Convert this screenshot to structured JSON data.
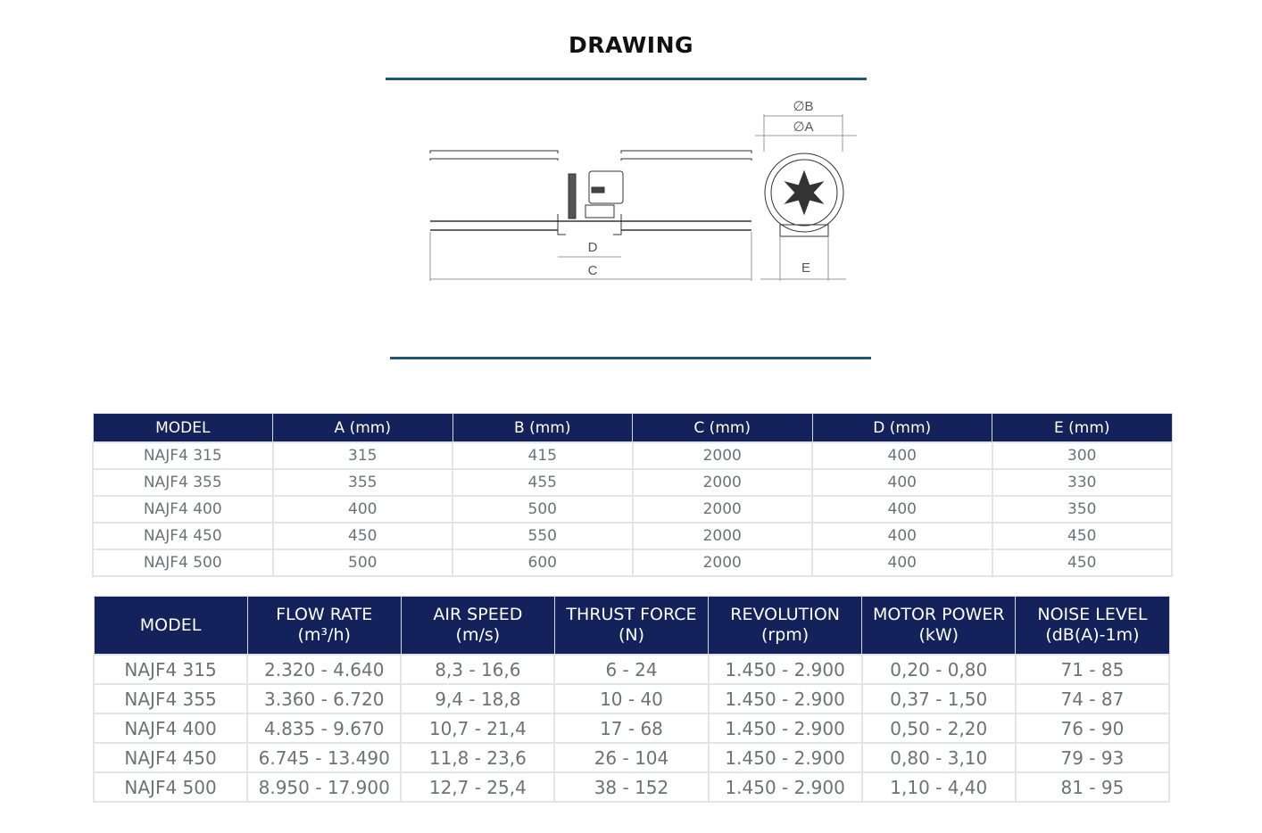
{
  "title": "DRAWING",
  "drawing": {
    "labels": {
      "b": "∅B",
      "a": "∅A",
      "d": "D",
      "c": "C",
      "e": "E"
    }
  },
  "dimensions_table": {
    "headers": [
      "MODEL",
      "A (mm)",
      "B (mm)",
      "C (mm)",
      "D (mm)",
      "E (mm)"
    ],
    "rows": [
      [
        "NAJF4 315",
        "315",
        "415",
        "2000",
        "400",
        "300"
      ],
      [
        "NAJF4 355",
        "355",
        "455",
        "2000",
        "400",
        "330"
      ],
      [
        "NAJF4 400",
        "400",
        "500",
        "2000",
        "400",
        "350"
      ],
      [
        "NAJF4 450",
        "450",
        "550",
        "2000",
        "400",
        "450"
      ],
      [
        "NAJF4 500",
        "500",
        "600",
        "2000",
        "400",
        "450"
      ]
    ]
  },
  "performance_table": {
    "headers": [
      [
        "MODEL",
        ""
      ],
      [
        "FLOW RATE",
        "(m³/h)"
      ],
      [
        "AIR SPEED",
        "(m/s)"
      ],
      [
        "THRUST FORCE",
        "(N)"
      ],
      [
        "REVOLUTION",
        "(rpm)"
      ],
      [
        "MOTOR POWER",
        "(kW)"
      ],
      [
        "NOISE LEVEL",
        "(dB(A)-1m)"
      ]
    ],
    "rows": [
      [
        "NAJF4 315",
        "2.320 - 4.640",
        "8,3 - 16,6",
        "6 - 24",
        "1.450 - 2.900",
        "0,20 - 0,80",
        "71 - 85"
      ],
      [
        "NAJF4 355",
        "3.360 - 6.720",
        "9,4 - 18,8",
        "10 - 40",
        "1.450 - 2.900",
        "0,37 - 1,50",
        "74 - 87"
      ],
      [
        "NAJF4 400",
        "4.835 - 9.670",
        "10,7 - 21,4",
        "17 - 68",
        "1.450 - 2.900",
        "0,50 - 2,20",
        "76 - 90"
      ],
      [
        "NAJF4 450",
        "6.745 - 13.490",
        "11,8 - 23,6",
        "26 - 104",
        "1.450 - 2.900",
        "0,80 - 3,10",
        "79 - 93"
      ],
      [
        "NAJF4 500",
        "8.950 - 17.900",
        "12,7 - 25,4",
        "38 - 152",
        "1.450 - 2.900",
        "1,10 - 4,40",
        "81 - 95"
      ]
    ]
  }
}
